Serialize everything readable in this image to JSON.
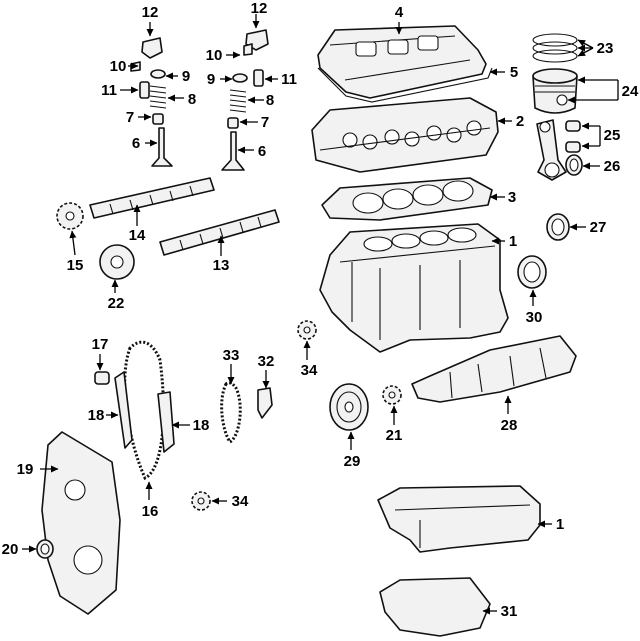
{
  "callouts": [
    {
      "id": "c1a",
      "text": "1"
    },
    {
      "id": "c1b",
      "text": "1"
    },
    {
      "id": "c2",
      "text": "2"
    },
    {
      "id": "c3",
      "text": "3"
    },
    {
      "id": "c4",
      "text": "4"
    },
    {
      "id": "c5",
      "text": "5"
    },
    {
      "id": "c6a",
      "text": "6"
    },
    {
      "id": "c6b",
      "text": "6"
    },
    {
      "id": "c7a",
      "text": "7"
    },
    {
      "id": "c7b",
      "text": "7"
    },
    {
      "id": "c8a",
      "text": "8"
    },
    {
      "id": "c8b",
      "text": "8"
    },
    {
      "id": "c9a",
      "text": "9"
    },
    {
      "id": "c9b",
      "text": "9"
    },
    {
      "id": "c10a",
      "text": "10"
    },
    {
      "id": "c10b",
      "text": "10"
    },
    {
      "id": "c11a",
      "text": "11"
    },
    {
      "id": "c11b",
      "text": "11"
    },
    {
      "id": "c12a",
      "text": "12"
    },
    {
      "id": "c12b",
      "text": "12"
    },
    {
      "id": "c13",
      "text": "13"
    },
    {
      "id": "c14",
      "text": "14"
    },
    {
      "id": "c15",
      "text": "15"
    },
    {
      "id": "c16",
      "text": "16"
    },
    {
      "id": "c17",
      "text": "17"
    },
    {
      "id": "c18a",
      "text": "18"
    },
    {
      "id": "c18b",
      "text": "18"
    },
    {
      "id": "c19",
      "text": "19"
    },
    {
      "id": "c20",
      "text": "20"
    },
    {
      "id": "c21",
      "text": "21"
    },
    {
      "id": "c22",
      "text": "22"
    },
    {
      "id": "c23",
      "text": "23"
    },
    {
      "id": "c24",
      "text": "24"
    },
    {
      "id": "c25",
      "text": "25"
    },
    {
      "id": "c26",
      "text": "26"
    },
    {
      "id": "c27",
      "text": "27"
    },
    {
      "id": "c28",
      "text": "28"
    },
    {
      "id": "c29",
      "text": "29"
    },
    {
      "id": "c30",
      "text": "30"
    },
    {
      "id": "c31",
      "text": "31"
    },
    {
      "id": "c32",
      "text": "32"
    },
    {
      "id": "c33",
      "text": "33"
    },
    {
      "id": "c34a",
      "text": "34"
    },
    {
      "id": "c34b",
      "text": "34"
    }
  ]
}
